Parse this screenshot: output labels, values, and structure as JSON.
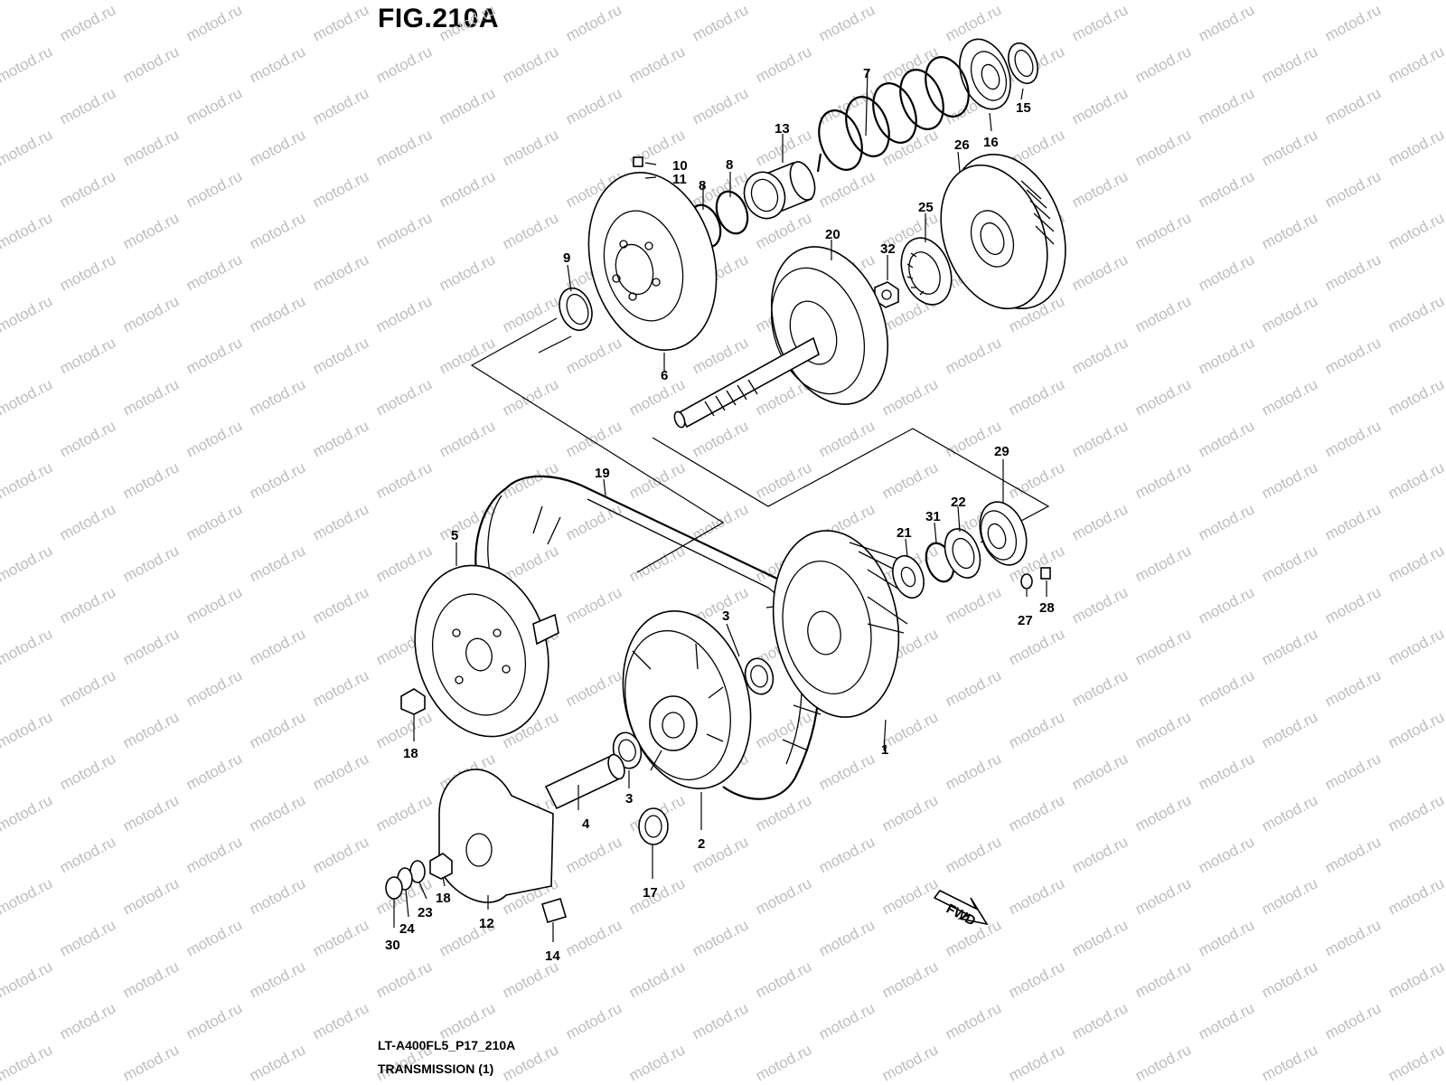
{
  "figure": {
    "title": "FIG.210A",
    "code": "LT-A400FL5_P17_210A",
    "name": "TRANSMISSION (1)"
  },
  "watermark": {
    "text": "motod.ru"
  },
  "direction_badge": {
    "text": "FWD"
  },
  "callouts": [
    {
      "id": "c1",
      "label": "1"
    },
    {
      "id": "c2",
      "label": "2"
    },
    {
      "id": "c3a",
      "label": "3"
    },
    {
      "id": "c3b",
      "label": "3"
    },
    {
      "id": "c4",
      "label": "4"
    },
    {
      "id": "c5",
      "label": "5"
    },
    {
      "id": "c6",
      "label": "6"
    },
    {
      "id": "c7",
      "label": "7"
    },
    {
      "id": "c8a",
      "label": "8"
    },
    {
      "id": "c8b",
      "label": "8"
    },
    {
      "id": "c9",
      "label": "9"
    },
    {
      "id": "c10",
      "label": "10"
    },
    {
      "id": "c11",
      "label": "11"
    },
    {
      "id": "c12",
      "label": "12"
    },
    {
      "id": "c13",
      "label": "13"
    },
    {
      "id": "c14",
      "label": "14"
    },
    {
      "id": "c15",
      "label": "15"
    },
    {
      "id": "c16",
      "label": "16"
    },
    {
      "id": "c17",
      "label": "17"
    },
    {
      "id": "c18a",
      "label": "18"
    },
    {
      "id": "c18b",
      "label": "18"
    },
    {
      "id": "c19",
      "label": "19"
    },
    {
      "id": "c20",
      "label": "20"
    },
    {
      "id": "c21",
      "label": "21"
    },
    {
      "id": "c22",
      "label": "22"
    },
    {
      "id": "c23",
      "label": "23"
    },
    {
      "id": "c24",
      "label": "24"
    },
    {
      "id": "c25",
      "label": "25"
    },
    {
      "id": "c26",
      "label": "26"
    },
    {
      "id": "c27",
      "label": "27"
    },
    {
      "id": "c28",
      "label": "28"
    },
    {
      "id": "c29",
      "label": "29"
    },
    {
      "id": "c30",
      "label": "30"
    },
    {
      "id": "c31",
      "label": "31"
    },
    {
      "id": "c32",
      "label": "32"
    }
  ]
}
